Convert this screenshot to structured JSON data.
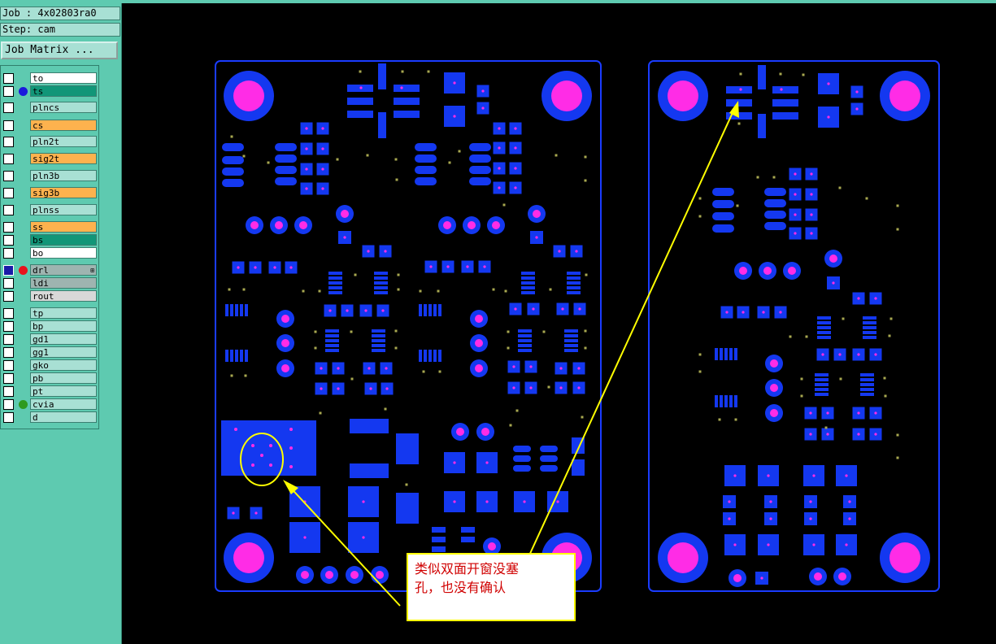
{
  "header": {
    "job_text": "Job : 4x02803ra0",
    "step_text": "Step: cam",
    "job_matrix_label": "Job Matrix ..."
  },
  "colors": {
    "panel_bg": "#5ecab0",
    "field_bg": "#a8e0d4",
    "layer_orange": "#fdb24e",
    "layer_green": "#119678",
    "layer_white": "#ffffff",
    "layer_gray": "#9eb4b0",
    "pad_blue": "#1438f0",
    "pad_magenta": "#ff2ce6",
    "board_outline": "#1a3cff",
    "annotation_yellow": "#ffff00",
    "annotation_red": "#d00000"
  },
  "layers": [
    {
      "name": "to",
      "bg": "#ffffff",
      "dot": ""
    },
    {
      "name": "ts",
      "bg": "#119678",
      "dot": "#1a1adc"
    },
    {
      "name": "plncs",
      "bg": "#a8e0d4",
      "dot": ""
    },
    {
      "name": "cs",
      "bg": "#fdb24e",
      "dot": ""
    },
    {
      "name": "pln2t",
      "bg": "#a8e0d4",
      "dot": ""
    },
    {
      "name": "sig2t",
      "bg": "#fdb24e",
      "dot": ""
    },
    {
      "name": "pln3b",
      "bg": "#a8e0d4",
      "dot": ""
    },
    {
      "name": "sig3b",
      "bg": "#fdb24e",
      "dot": ""
    },
    {
      "name": "plnss",
      "bg": "#a8e0d4",
      "dot": ""
    },
    {
      "name": "ss",
      "bg": "#fdb24e",
      "dot": ""
    },
    {
      "name": "bs",
      "bg": "#119678",
      "dot": ""
    },
    {
      "name": "bo",
      "bg": "#ffffff",
      "dot": ""
    },
    {
      "name": "drl",
      "bg": "#9eb4b0",
      "dot": "#e8141e",
      "checked": true,
      "plus": "⊞"
    },
    {
      "name": "ldi",
      "bg": "#9eb4b0",
      "dot": ""
    },
    {
      "name": "rout",
      "bg": "#d8d8d8",
      "dot": ""
    },
    {
      "name": "tp",
      "bg": "#a8e0d4",
      "dot": ""
    },
    {
      "name": "bp",
      "bg": "#a8e0d4",
      "dot": ""
    },
    {
      "name": "gd1",
      "bg": "#a8e0d4",
      "dot": ""
    },
    {
      "name": "gg1",
      "bg": "#a8e0d4",
      "dot": ""
    },
    {
      "name": "gko",
      "bg": "#a8e0d4",
      "dot": ""
    },
    {
      "name": "pb",
      "bg": "#a8e0d4",
      "dot": ""
    },
    {
      "name": "pt",
      "bg": "#a8e0d4",
      "dot": ""
    },
    {
      "name": "cvia",
      "bg": "#a8e0d4",
      "dot": "#2e9a1e"
    },
    {
      "name": "d",
      "bg": "#a8e0d4",
      "dot": ""
    }
  ],
  "annotation": {
    "line1": "类似双面开窗没塞",
    "line2": "孔，也没有确认"
  },
  "icons": {
    "layer_checkbox": "checkbox-icon",
    "layer_color_dot": "color-dot-icon",
    "expand": "expand-plus-icon"
  }
}
